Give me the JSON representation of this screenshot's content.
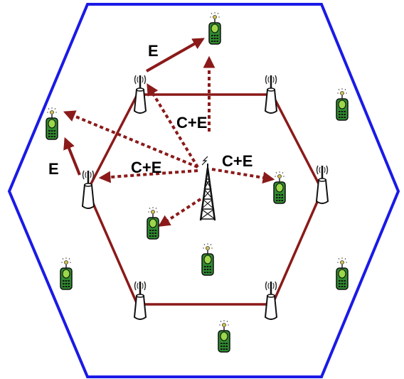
{
  "labels": {
    "e_top": "E",
    "e_left": "E",
    "ce_upper": "C+E",
    "ce_left": "C+E",
    "ce_right": "C+E"
  },
  "colors": {
    "outer_cell": "#1a1ae6",
    "inner_ring": "#8b1a1a",
    "arrow": "#8b1a1a",
    "phone_body": "#2e8b2e",
    "phone_screen": "#9bd84a",
    "tower": "#1a1a1a"
  },
  "icons": {
    "base_station": "cell-tower-icon",
    "relay": "relay-antenna-icon",
    "user": "mobile-phone-icon"
  }
}
